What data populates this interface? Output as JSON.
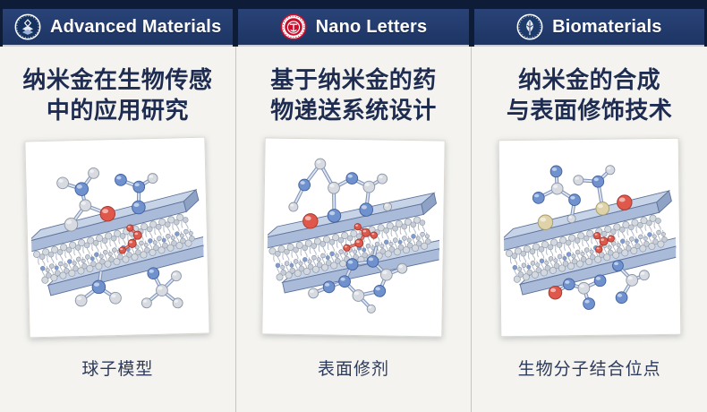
{
  "panels": [
    {
      "journal": "Advanced Materials",
      "logo_icon": "advanced-materials-journal-logo",
      "title_line1": "纳米金在生物传感",
      "title_line2": "中的应用研究",
      "caption": "球子模型"
    },
    {
      "journal": "Nano Letters",
      "logo_icon": "nano-letters-journal-seal",
      "title_line1": "基于纳米金的药",
      "title_line2": "物递送系统设计",
      "caption": "表面修剂"
    },
    {
      "journal": "Biomaterials",
      "logo_icon": "biomaterials-journal-logo",
      "title_line1": "纳米金的合成",
      "title_line2": "与表面修饰技术",
      "caption": "生物分子结合位点"
    }
  ],
  "figure_subjects": [
    "lipid-bilayer-with-ball-and-stick-molecules",
    "lipid-bilayer-with-ring-molecules",
    "lipid-bilayer-with-binding-site-molecules"
  ],
  "colors": {
    "background_strip": "#0e1c38",
    "header_bar": "#20396b",
    "paper": "#f4f3ef",
    "title_text": "#1d2c50",
    "caption_text": "#2c3a5c",
    "seal_red": "#c8102e",
    "atom_blue": "#6f92cf",
    "atom_gray": "#d7dbe1",
    "atom_red": "#e0574b",
    "atom_tan": "#ddd2a8",
    "membrane_slab": "#c7d3e7"
  }
}
